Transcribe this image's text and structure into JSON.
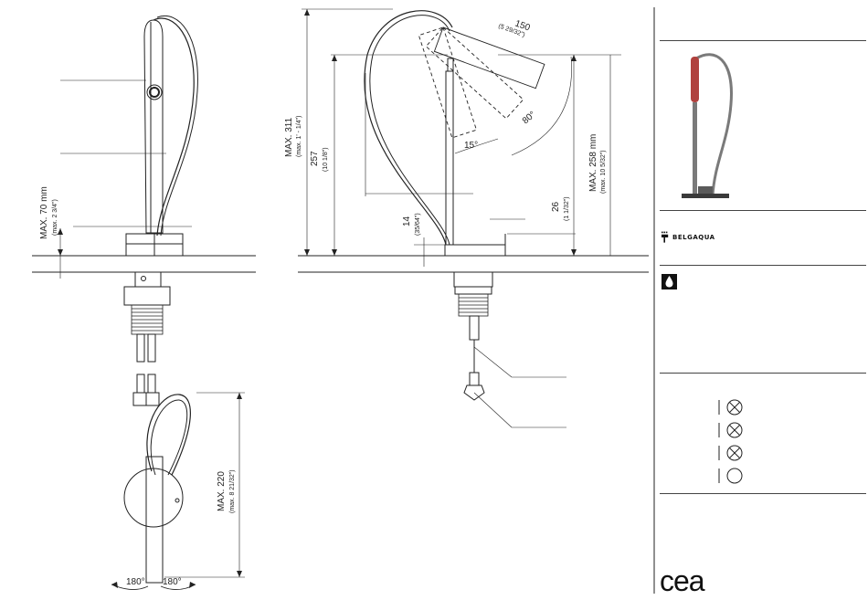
{
  "dims_left": {
    "height_main": "MAX. 70 mm",
    "height_sub": "(max. 2 3/4\")"
  },
  "dims_center": {
    "total_main": "MAX. 311",
    "total_sub": "(max. 1' - 1/4\")",
    "h257_main": "257",
    "h257_sub": "(10 1/8\")",
    "reach_main": "150",
    "reach_sub": "(5 29/32\")",
    "angle_80": "80°",
    "angle_15": "15°",
    "h14_main": "14",
    "h14_sub": "(35/64\")",
    "h26_main": "26",
    "h26_sub": "(1 1/32\")",
    "max258_main": "MAX. 258 mm",
    "max258_sub": "(max. 10 5/32\")"
  },
  "dims_bottom": {
    "max220_main": "MAX. 220",
    "max220_sub": "(max. 8 21/32\")",
    "rot_left": "180°",
    "rot_right": "180°"
  },
  "brand": {
    "name": "BELGAQUA"
  },
  "logo": {
    "text": "cea"
  },
  "icons": {
    "product_thumbnail": "faucet-thumbnail-icon",
    "brand_mark": "belgaqua-logo-icon",
    "water": "water-drop-icon",
    "x_circle": "crossed-circle-icon",
    "empty_circle": "empty-circle-icon"
  },
  "colors": {
    "line": "#222222",
    "thumb_grey": "#7a7a7a",
    "thumb_red": "#b0413e",
    "thumb_dark": "#3a3a3a"
  }
}
